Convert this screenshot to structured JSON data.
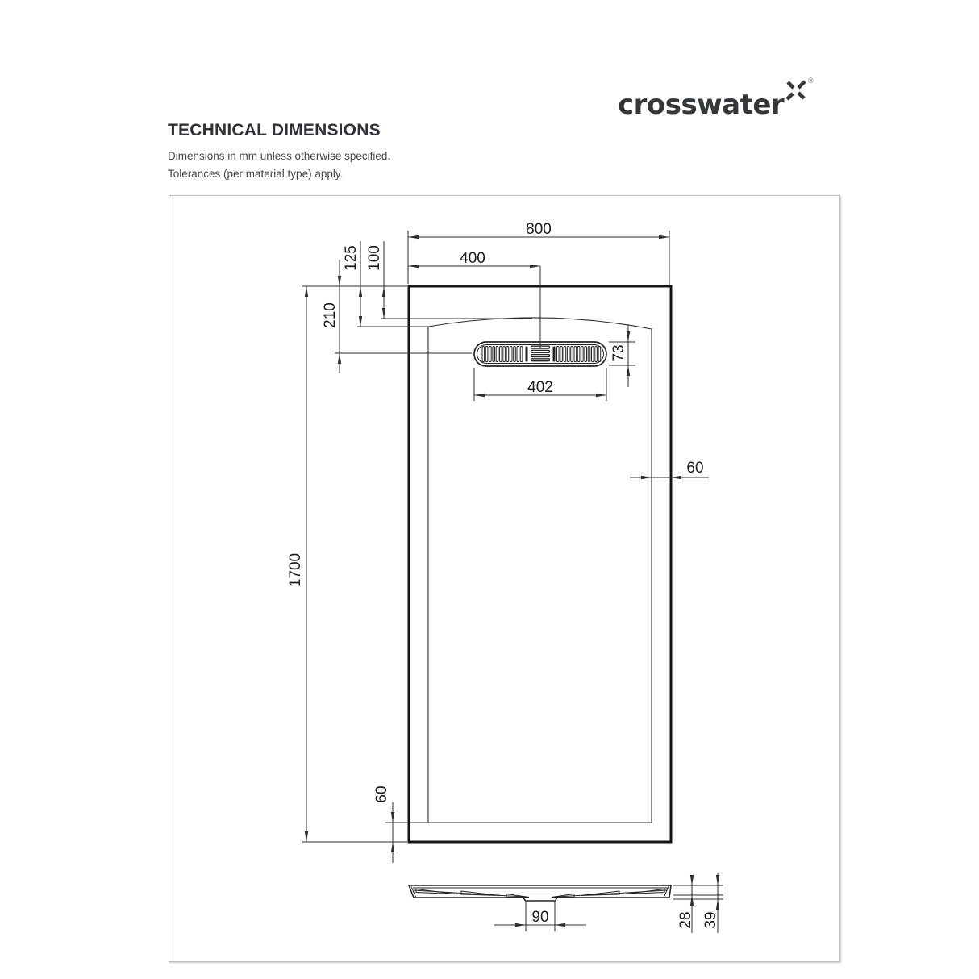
{
  "logo": {
    "brand": "crosswater",
    "registered": "®"
  },
  "header": {
    "title": "TECHNICAL DIMENSIONS",
    "note_line1": "Dimensions in mm unless otherwise specified.",
    "note_line2": "Tolerances (per material type) apply."
  },
  "plan_view": {
    "overall_width": "800",
    "drain_center_from_left": "400",
    "top_edge_to_floor_corner": "125",
    "top_edge_to_floor_peak": "100",
    "top_edge_to_drain_center": "210",
    "drain_length": "402",
    "drain_width": "73",
    "rim_width_right": "60",
    "rim_width_bottom": "60",
    "overall_length": "1700"
  },
  "section_view": {
    "drain_boss_width": "90",
    "edge_height": "28",
    "overall_height": "39"
  }
}
